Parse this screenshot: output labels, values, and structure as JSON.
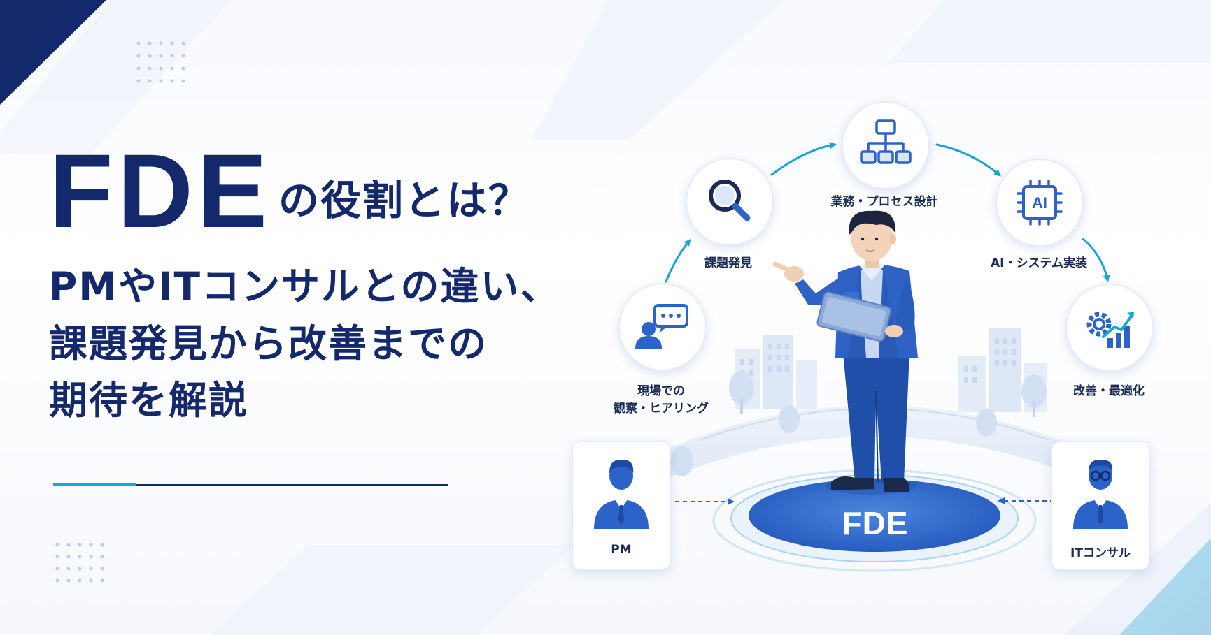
{
  "title": {
    "main": "FDE",
    "suffix": "の役割とは？",
    "lines": [
      "PMやITコンサルとの違い、",
      "課題発見から改善までの",
      "期待を解説"
    ]
  },
  "cycle_nodes": [
    {
      "label_lines": [
        "現場での",
        "観察・ヒアリング"
      ],
      "icon": "chat-user-icon"
    },
    {
      "label_lines": [
        "課題発見"
      ],
      "icon": "magnifier-icon"
    },
    {
      "label_lines": [
        "業務・プロセス設計"
      ],
      "icon": "flowchart-icon"
    },
    {
      "label_lines": [
        "AI・システム実装"
      ],
      "icon": "ai-chip-icon"
    },
    {
      "label_lines": [
        "改善・最適化"
      ],
      "icon": "gear-growth-icon"
    }
  ],
  "chip_label": "AI",
  "role_cards": [
    {
      "label": "PM",
      "icon": "businessman-icon"
    },
    {
      "label": "ITコンサル",
      "icon": "consultant-glasses-icon"
    }
  ],
  "platform_label": "FDE",
  "colors": {
    "navy": "#14296b",
    "primary_blue": "#2b63c9",
    "accent_cyan": "#18a8d8",
    "light_blue": "#dbe7f7"
  }
}
